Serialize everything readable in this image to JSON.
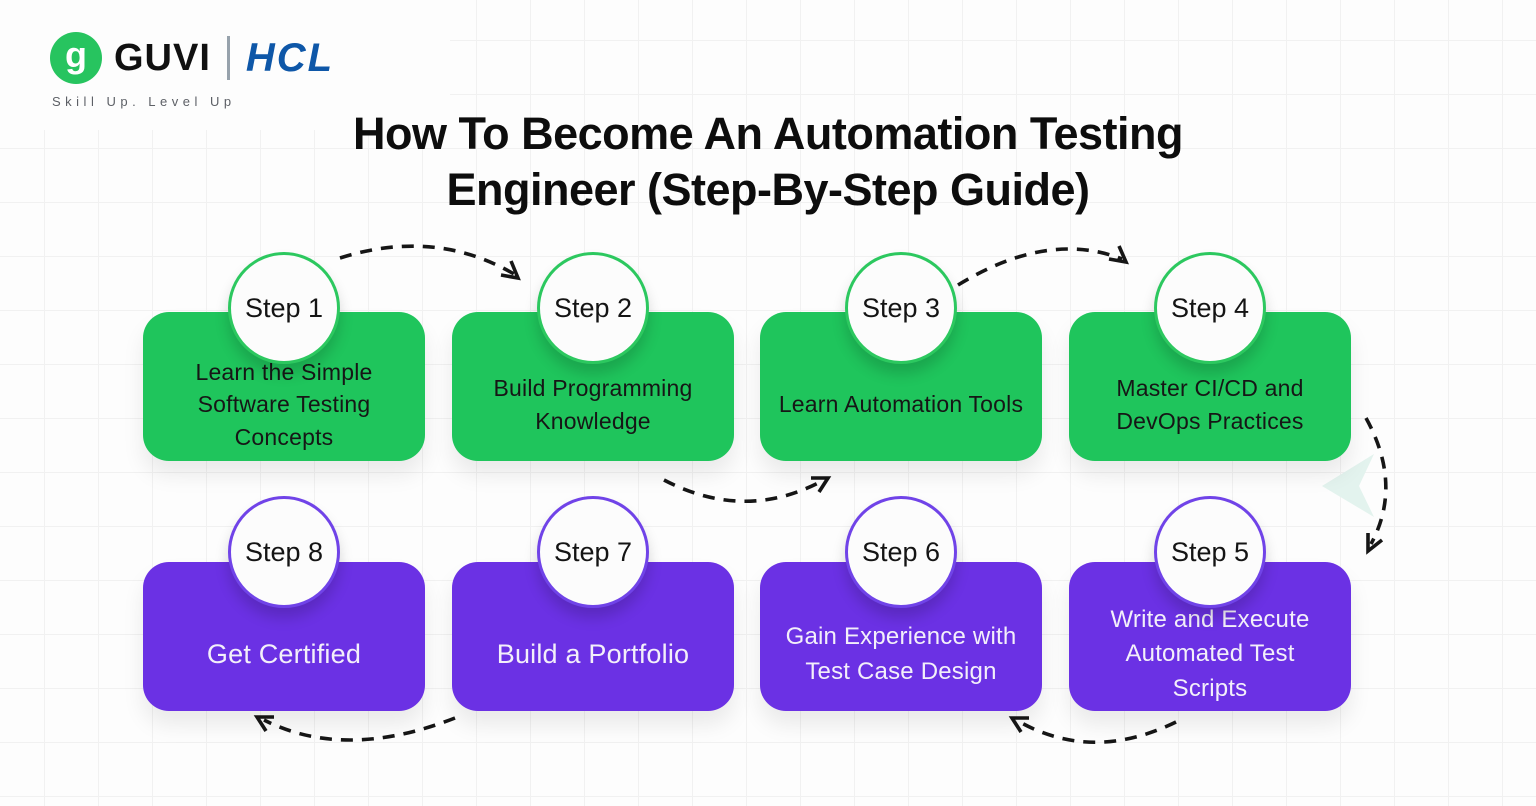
{
  "brand": {
    "guvi_icon_glyph": "g",
    "guvi_label": "GUVI",
    "hcl_label": "HCL",
    "tagline": "Skill Up. Level Up",
    "guvi_green": "#27c45f",
    "hcl_blue": "#0e57a8"
  },
  "title": {
    "line1": "How To Become An Automation Testing",
    "line2": "Engineer (Step-By-Step Guide)"
  },
  "colors": {
    "green_box": "#1fc55c",
    "green_ring": "#2cc85f",
    "purple_box": "#6b31e4",
    "purple_ring": "#7043e8",
    "arrow": "#161616",
    "circle_fill": "#fcfcfc",
    "watermark_mint": "#e3f3ee"
  },
  "steps": [
    {
      "label": "Step 1",
      "text": "Learn the Simple Software Testing Concepts",
      "color": "green"
    },
    {
      "label": "Step 2",
      "text": "Build Programming Knowledge",
      "color": "green"
    },
    {
      "label": "Step 3",
      "text": "Learn Automation Tools",
      "color": "green"
    },
    {
      "label": "Step 4",
      "text": "Master CI/CD and DevOps Practices",
      "color": "green"
    },
    {
      "label": "Step 5",
      "text": "Write and Execute Automated Test Scripts",
      "color": "purple"
    },
    {
      "label": "Step 6",
      "text": "Gain Experience with Test Case Design",
      "color": "purple"
    },
    {
      "label": "Step 7",
      "text": "Build a Portfolio",
      "color": "purple"
    },
    {
      "label": "Step 8",
      "text": "Get Certified",
      "color": "purple"
    }
  ]
}
